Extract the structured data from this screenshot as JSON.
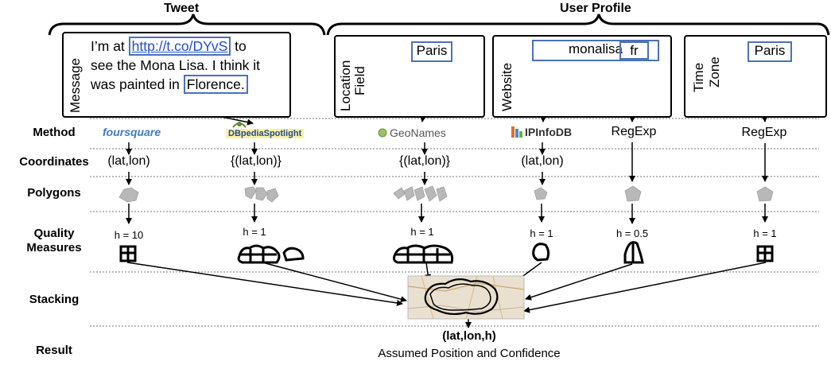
{
  "headers": {
    "tweet": "Tweet",
    "user_profile": "User Profile"
  },
  "rows": {
    "method": "Method",
    "coordinates": "Coordinates",
    "polygons": "Polygons",
    "quality1": "Quality",
    "quality2": "Measures",
    "stacking": "Stacking",
    "result": "Result"
  },
  "tweet": {
    "label": "Message",
    "line1_pre": "I’m at ",
    "link": "http://t.co/DYvS",
    "line1_post": " to",
    "line2": "see the Mona Lisa. I think it",
    "line3_pre": "was painted in ",
    "florence": "Florence."
  },
  "profile": {
    "location_label1": "Location",
    "location_label2": "Field",
    "location_value": "Paris",
    "website_label": "Website",
    "website_value_a": "monalisa",
    "website_value_b": "fr",
    "timezone_label1": "Time",
    "timezone_label2": "Zone",
    "timezone_value": "Paris"
  },
  "methods": {
    "foursquare": "foursquare",
    "dbpedia": "DBpediaSpotlight",
    "geonames": "GeoNames",
    "infodb": "IPInfoDB",
    "regexp1": "RegExp",
    "regexp2": "RegExp"
  },
  "coordinates": {
    "c1": "(lat,lon)",
    "c2": "{(lat,lon)}",
    "c3": "{(lat,lon)}",
    "c4": "(lat,lon)"
  },
  "quality": {
    "h1": "h = 10",
    "h2": "h = 1",
    "h3": "h = 1",
    "h4": "h = 1",
    "h5": "h = 0.5",
    "h6": "h = 1"
  },
  "result": {
    "value": "(lat,lon,h)",
    "caption": "Assumed Position and Confidence"
  },
  "colors": {
    "highlight": "#4a72b8",
    "link": "#1f4fd0",
    "polygon": "#b8b8b8"
  }
}
